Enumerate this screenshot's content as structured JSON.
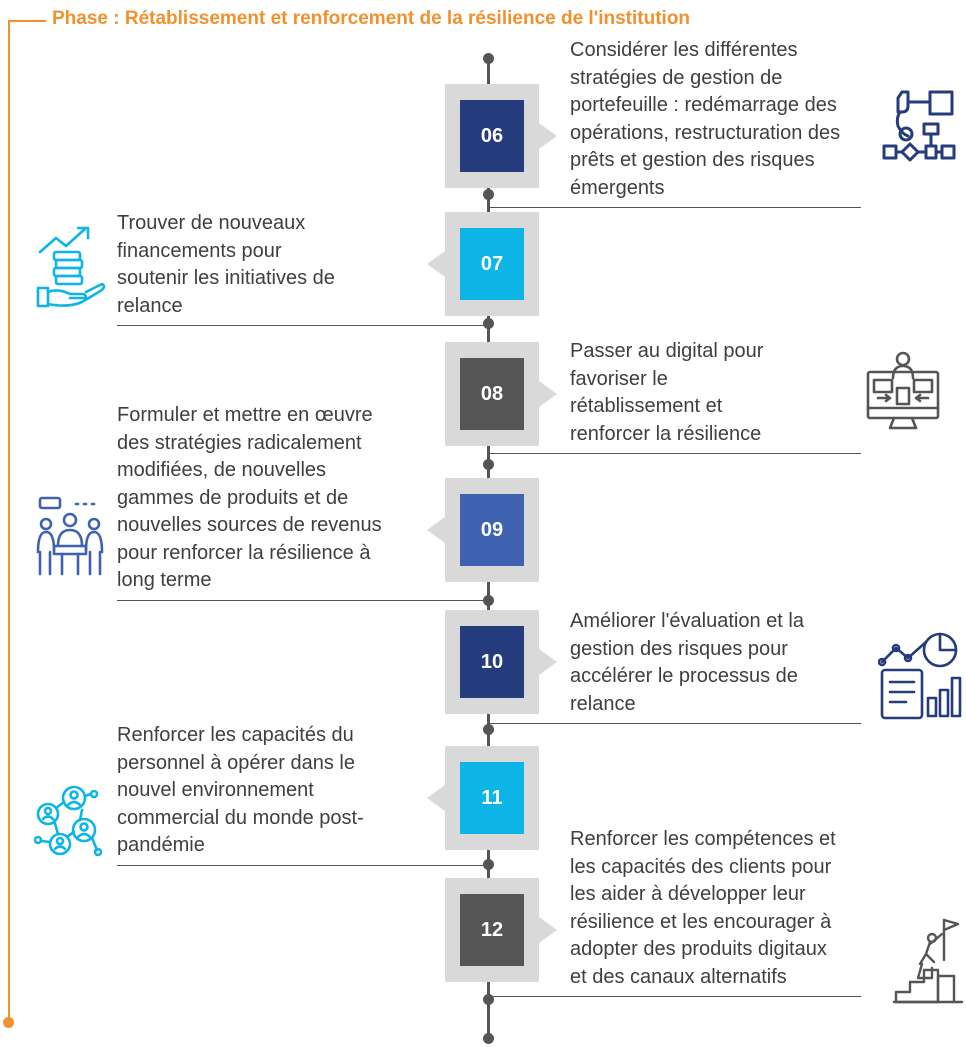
{
  "phase": {
    "title": "Phase : Rétablissement et renforcement de la résilience de l'institution",
    "accent_color": "#f0912d"
  },
  "colors": {
    "navy": "#243c7b",
    "cyan": "#0db5e6",
    "dark_gray": "#555555",
    "mid_blue": "#3f62b0",
    "frame_gray": "#d9d9d9",
    "text": "#3f3f3f"
  },
  "steps": [
    {
      "number": "06",
      "side": "right",
      "color": "#243c7b",
      "lines": [
        "Considérer les différentes",
        "stratégies de gestion de",
        "portefeuille : redémarrage des",
        "opérations, restructuration des",
        "prêts et gestion des risques",
        "émergents"
      ],
      "icon": "flowchart-hand-icon"
    },
    {
      "number": "07",
      "side": "left",
      "color": "#0db5e6",
      "lines": [
        "Trouver de nouveaux",
        "financements pour",
        "soutenir les initiatives de",
        "relance"
      ],
      "icon": "coins-growth-icon"
    },
    {
      "number": "08",
      "side": "right",
      "color": "#555555",
      "lines": [
        "Passer au digital pour",
        "favoriser le",
        "rétablissement et",
        "renforcer la résilience"
      ],
      "icon": "digital-monitor-icon"
    },
    {
      "number": "09",
      "side": "left",
      "color": "#3f62b0",
      "lines": [
        "Formuler et mettre en œuvre",
        "des stratégies radicalement",
        "modifiées, de nouvelles",
        "gammes de produits et de",
        "nouvelles sources de revenus",
        "pour renforcer la résilience à",
        "long terme"
      ],
      "icon": "team-meeting-icon"
    },
    {
      "number": "10",
      "side": "right",
      "color": "#243c7b",
      "lines": [
        "Améliorer l'évaluation et la",
        "gestion des risques pour",
        "accélérer le processus de",
        "relance"
      ],
      "icon": "analytics-report-icon"
    },
    {
      "number": "11",
      "side": "left",
      "color": "#0db5e6",
      "lines": [
        "Renforcer les capacités du",
        "personnel à opérer dans le",
        "nouvel environnement",
        "commercial du monde post-",
        "pandémie"
      ],
      "icon": "people-network-icon"
    },
    {
      "number": "12",
      "side": "right",
      "color": "#555555",
      "lines": [
        "Renforcer les compétences et",
        "les capacités des clients pour",
        "les aider à développer leur",
        "résilience et les encourager à",
        "adopter des produits digitaux",
        "et des canaux alternatifs"
      ],
      "icon": "climber-flag-icon"
    }
  ]
}
